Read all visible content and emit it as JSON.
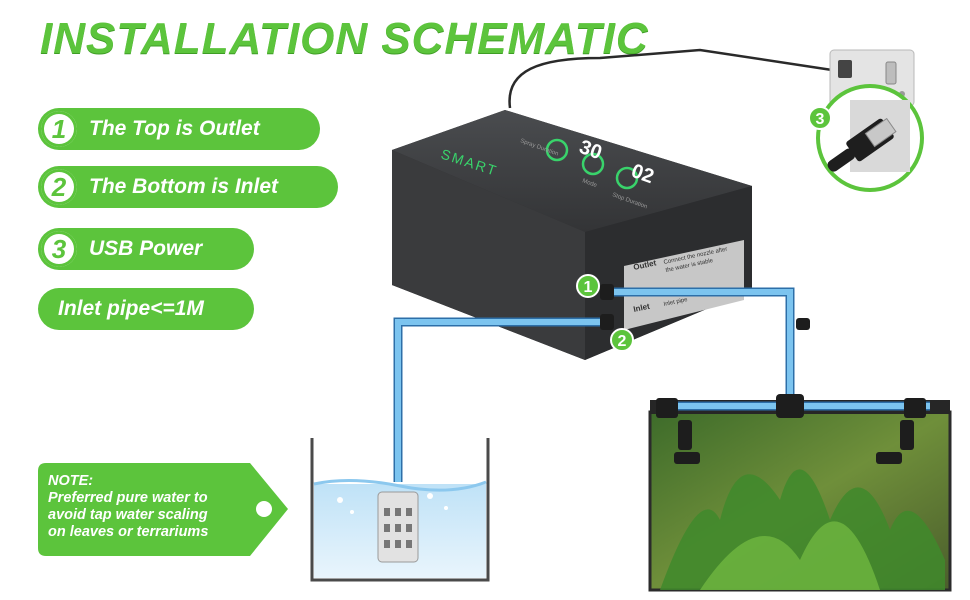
{
  "title": "INSTALLATION SCHEMATIC",
  "steps": [
    {
      "number": "1",
      "label": "The Top is Outlet"
    },
    {
      "number": "2",
      "label": "The Bottom is Inlet"
    },
    {
      "number": "3",
      "label": "USB Power"
    }
  ],
  "inlet_pipe_label": "Inlet pipe<=1M",
  "note": {
    "heading": "NOTE:",
    "lines": [
      "Preferred pure water to",
      "avoid tap water scaling",
      "on leaves or terrariums"
    ]
  },
  "device": {
    "brand": "SMART",
    "display_left": "30",
    "display_right": "02",
    "label_spray": "Spray Duration",
    "label_mode": "Mode",
    "label_stop": "Stop Duration",
    "outlet_label": "Outlet",
    "outlet_text_1": "Connect the nozzle after",
    "outlet_text_2": "the water is stable",
    "inlet_label": "Inlet",
    "inlet_text": "Inlet pipe"
  },
  "markers": {
    "outlet": "1",
    "inlet": "2",
    "usb": "3"
  },
  "colors": {
    "accent_green": "#5cc43c",
    "pipe_blue": "#7cc4ef",
    "device_body": "#3a3b3d",
    "display_green": "#39d36b"
  },
  "icons": [
    "power-outlet-icon",
    "usb-plug-icon",
    "nozzle-icon",
    "filter-icon"
  ]
}
